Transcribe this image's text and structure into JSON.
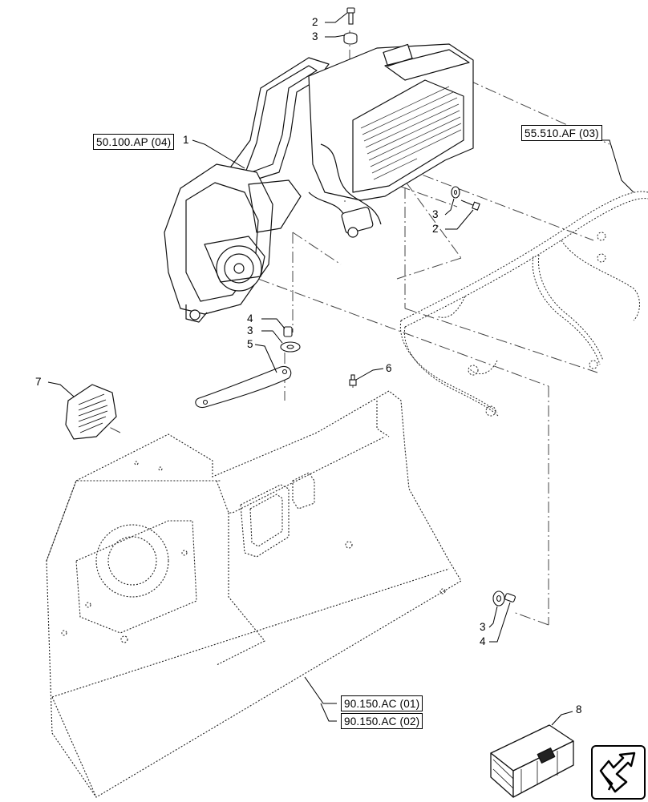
{
  "references": [
    {
      "id": "ref-50-100-ap-04",
      "text": "50.100.AP (04)"
    },
    {
      "id": "ref-55-510-af-03",
      "text": "55.510.AF (03)"
    },
    {
      "id": "ref-90-150-ac-01",
      "text": "90.150.AC (01)"
    },
    {
      "id": "ref-90-150-ac-02",
      "text": "90.150.AC (02)"
    }
  ],
  "callouts": {
    "c2_top": "2",
    "c3_top": "3",
    "c1": "1",
    "c3_mid": "3",
    "c2_mid": "2",
    "c4_left": "4",
    "c3_left": "3",
    "c5": "5",
    "c6": "6",
    "c7": "7",
    "c3_bottom": "3",
    "c4_bottom": "4",
    "c8": "8"
  },
  "icons": {
    "navigation": "next-page-arrow-icon",
    "kit": "parts-crate-icon"
  }
}
